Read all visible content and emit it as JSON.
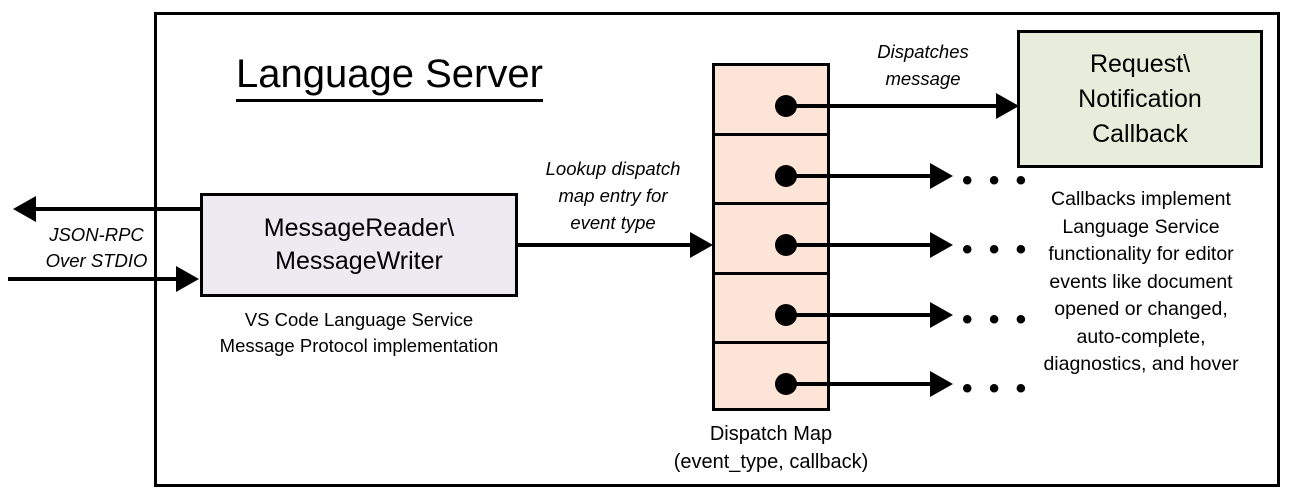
{
  "diagram": {
    "title": "Language Server",
    "external_protocol_label": "JSON-RPC\nOver STDIO",
    "external_protocol_line1": "JSON-RPC",
    "external_protocol_line2": "Over STDIO"
  },
  "message_box": {
    "line1": "MessageReader\\",
    "line2": "MessageWriter",
    "caption_line1": "VS Code Language Service",
    "caption_line2": "Message Protocol implementation",
    "fill_color": "#EDEAF2"
  },
  "edges": {
    "lookup_label_line1": "Lookup dispatch",
    "lookup_label_line2": "map entry for",
    "lookup_label_line3": "event type",
    "dispatch_label_line1": "Dispatches",
    "dispatch_label_line2": "message",
    "ellipsis": "• • •"
  },
  "dispatch_map": {
    "caption_line1": "Dispatch Map",
    "caption_line2": "(event_type, callback)",
    "fill_color": "#FCE5D6",
    "cell_count": 5,
    "cells": [
      {
        "index": 0,
        "has_dot": true,
        "target": "Request\\Notification Callback"
      },
      {
        "index": 1,
        "has_dot": true,
        "target": "• • •"
      },
      {
        "index": 2,
        "has_dot": true,
        "target": "• • •"
      },
      {
        "index": 3,
        "has_dot": true,
        "target": "• • •"
      },
      {
        "index": 4,
        "has_dot": true,
        "target": "• • •"
      }
    ]
  },
  "callback_box": {
    "line1": "Request\\",
    "line2": "Notification",
    "line3": "Callback",
    "fill_color": "#E6EEDB",
    "caption_line1": "Callbacks implement",
    "caption_line2": "Language Service",
    "caption_line3": "functionality for editor",
    "caption_line4": "events like document",
    "caption_line5": "opened or changed,",
    "caption_line6": "auto-complete,",
    "caption_line7": "diagnostics, and hover"
  }
}
